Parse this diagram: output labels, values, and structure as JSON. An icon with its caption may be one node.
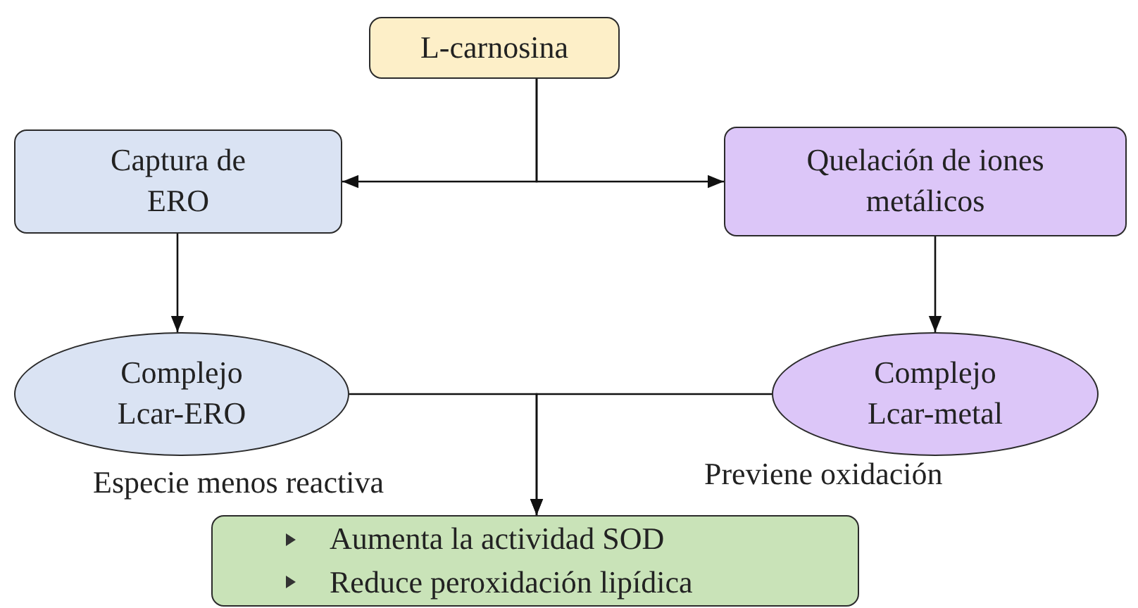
{
  "diagram": {
    "nodes": [
      {
        "text": [
          "L-carnosina"
        ]
      },
      {
        "text": [
          "Captura de ERO"
        ]
      },
      {
        "text": [
          "Quelación de iones metálicos"
        ]
      },
      {
        "text": [
          "Complejo Lcar-ERO"
        ],
        "beside": [
          "Especie menos reactiva"
        ]
      },
      {
        "text": [
          "Complejo Lcar-metal"
        ],
        "beside": [
          "Previene oxidación"
        ]
      },
      {
        "text": [
          "Aumenta la actividad SOD",
          "Reduce peroxidación lipídica"
        ]
      }
    ],
    "edges": [
      {
        "from": 0,
        "to": 1,
        "arrow": "to"
      },
      {
        "from": 0,
        "to": 2,
        "arrow": "to"
      },
      {
        "from": 1,
        "to": 3,
        "arrow": "to"
      },
      {
        "from": 2,
        "to": 4,
        "arrow": "to"
      },
      {
        "from": 3,
        "to": 5,
        "arrow": "to"
      },
      {
        "from": 4,
        "to": 5,
        "arrow": "to"
      }
    ]
  }
}
